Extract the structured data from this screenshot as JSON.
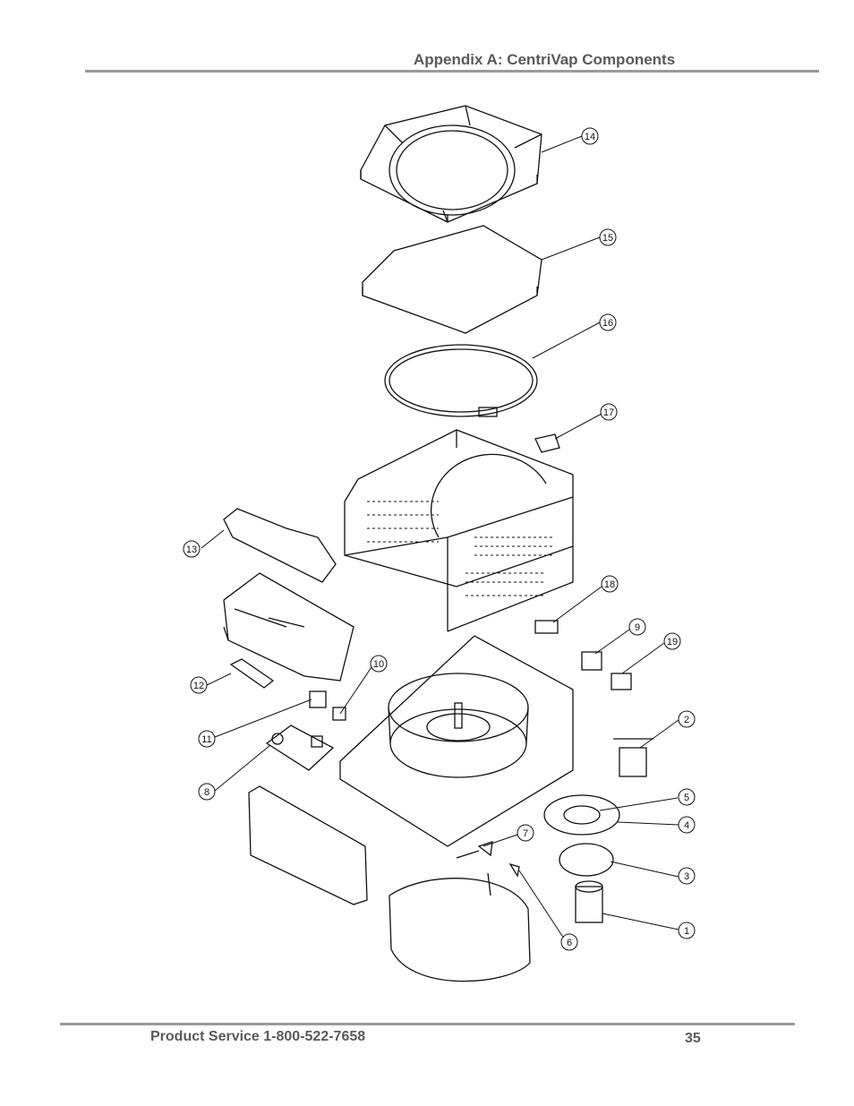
{
  "header": {
    "title": "Appendix A: CentriVap Components"
  },
  "footer": {
    "service": "Product Service 1-800-522-7658",
    "page_number": "35"
  },
  "callouts": [
    "14",
    "15",
    "16",
    "17",
    "13",
    "18",
    "9",
    "19",
    "10",
    "12",
    "11",
    "2",
    "8",
    "5",
    "4",
    "7",
    "3",
    "6",
    "1"
  ]
}
